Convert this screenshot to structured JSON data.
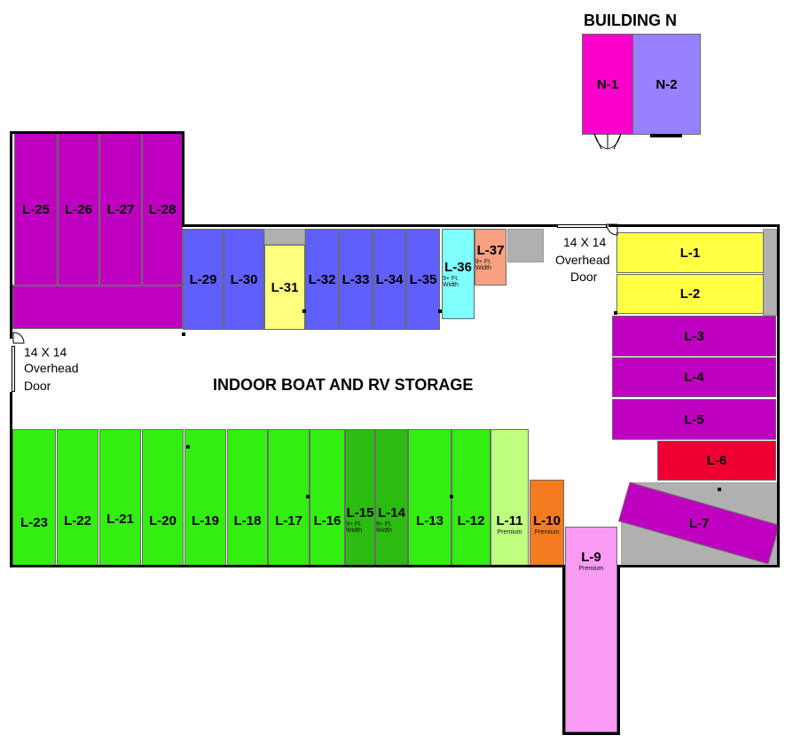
{
  "building_n": {
    "title": "BUILDING N",
    "units": [
      {
        "label": "N-1",
        "color": "#ff00cc"
      },
      {
        "label": "N-2",
        "color": "#9980ff"
      }
    ]
  },
  "main": {
    "title": "INDOOR BOAT AND RV STORAGE",
    "doors": [
      {
        "size": "14 X 14",
        "line1": "Overhead",
        "line2": "Door"
      },
      {
        "size": "14 X 14",
        "line1": "Overhead",
        "line2": "Door"
      }
    ]
  },
  "units": {
    "L1": "L-1",
    "L2": "L-2",
    "L3": "L-3",
    "L4": "L-4",
    "L5": "L-5",
    "L6": "L-6",
    "L7": "L-7",
    "L9": "L-9",
    "L10": "L-10",
    "L11": "L-11",
    "L12": "L-12",
    "L13": "L-13",
    "L14": "L-14",
    "L15": "L-15",
    "L16": "L-16",
    "L17": "L-17",
    "L18": "L-18",
    "L19": "L-19",
    "L20": "L-20",
    "L21": "L-21",
    "L22": "L-22",
    "L23": "L-23",
    "L25": "L-25",
    "L26": "L-26",
    "L27": "L-27",
    "L28": "L-28",
    "L29": "L-29",
    "L30": "L-30",
    "L31": "L-31",
    "L32": "L-32",
    "L33": "L-33",
    "L34": "L-34",
    "L35": "L-35",
    "L36": "L-36",
    "L37": "L-37"
  },
  "notes": {
    "premium": "Premium",
    "width": "9+ Ft. Width"
  },
  "colors": {
    "magenta": "#c000c0",
    "blue": "#5f5ffc",
    "yellow": "#ffff44",
    "green": "#33ee11",
    "dark_green": "#2cbb10",
    "light_green": "#bfff80",
    "orange": "#f47b20",
    "pink": "#f99af5",
    "red": "#ee0033",
    "cyan": "#80ffff",
    "salmon": "#f9a080",
    "grey": "#b0b0b0"
  }
}
